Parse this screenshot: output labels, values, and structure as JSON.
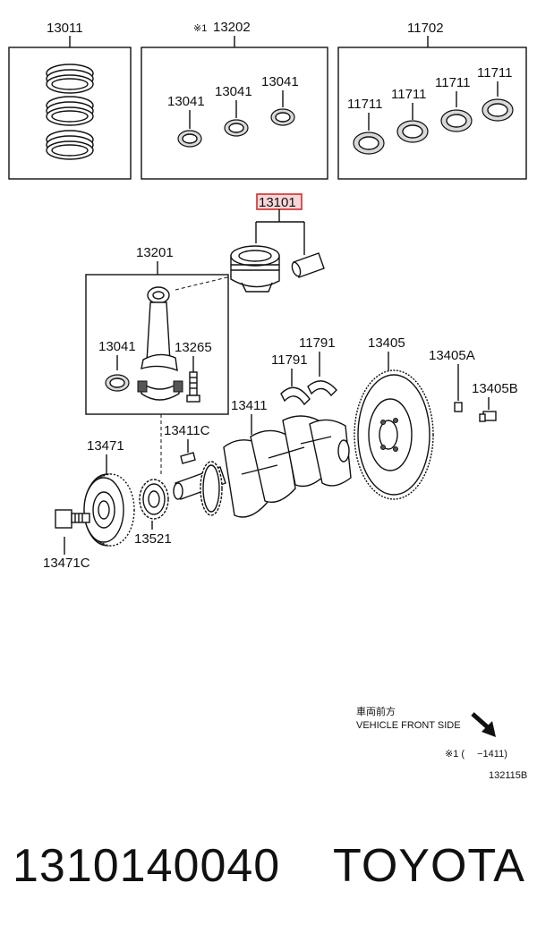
{
  "diagram": {
    "labels": {
      "rings": "13011",
      "con_bearing_set": "13202",
      "con_bearing_mark": "※1",
      "main_bearing_set": "11702",
      "con_bearing_a": "13041",
      "con_bearing_b": "13041",
      "con_bearing_c": "13041",
      "main_bearing_a": "11711",
      "main_bearing_b": "11711",
      "main_bearing_c": "11711",
      "main_bearing_d": "11711",
      "piston": "13101",
      "con_rod": "13201",
      "rod_bearing": "13041",
      "rod_bolt": "13265",
      "thrust_washer_a": "11791",
      "thrust_washer_b": "11791",
      "flywheel": "13405",
      "flywheel_pin": "13405A",
      "flywheel_bolt": "13405B",
      "crankshaft": "13411",
      "crank_key": "13411C",
      "pulley": "13471",
      "pulley_bolt": "13471C",
      "timing_gear": "13521"
    },
    "highlight_color": "#cc2222",
    "direction_jp": "車両前方",
    "direction_en": "VEHICLE FRONT SIDE",
    "note": "※1 (　 −1411)",
    "figure_code": "132115B"
  },
  "footer": {
    "part_number": "1310140040",
    "brand": "TOYOTA"
  }
}
